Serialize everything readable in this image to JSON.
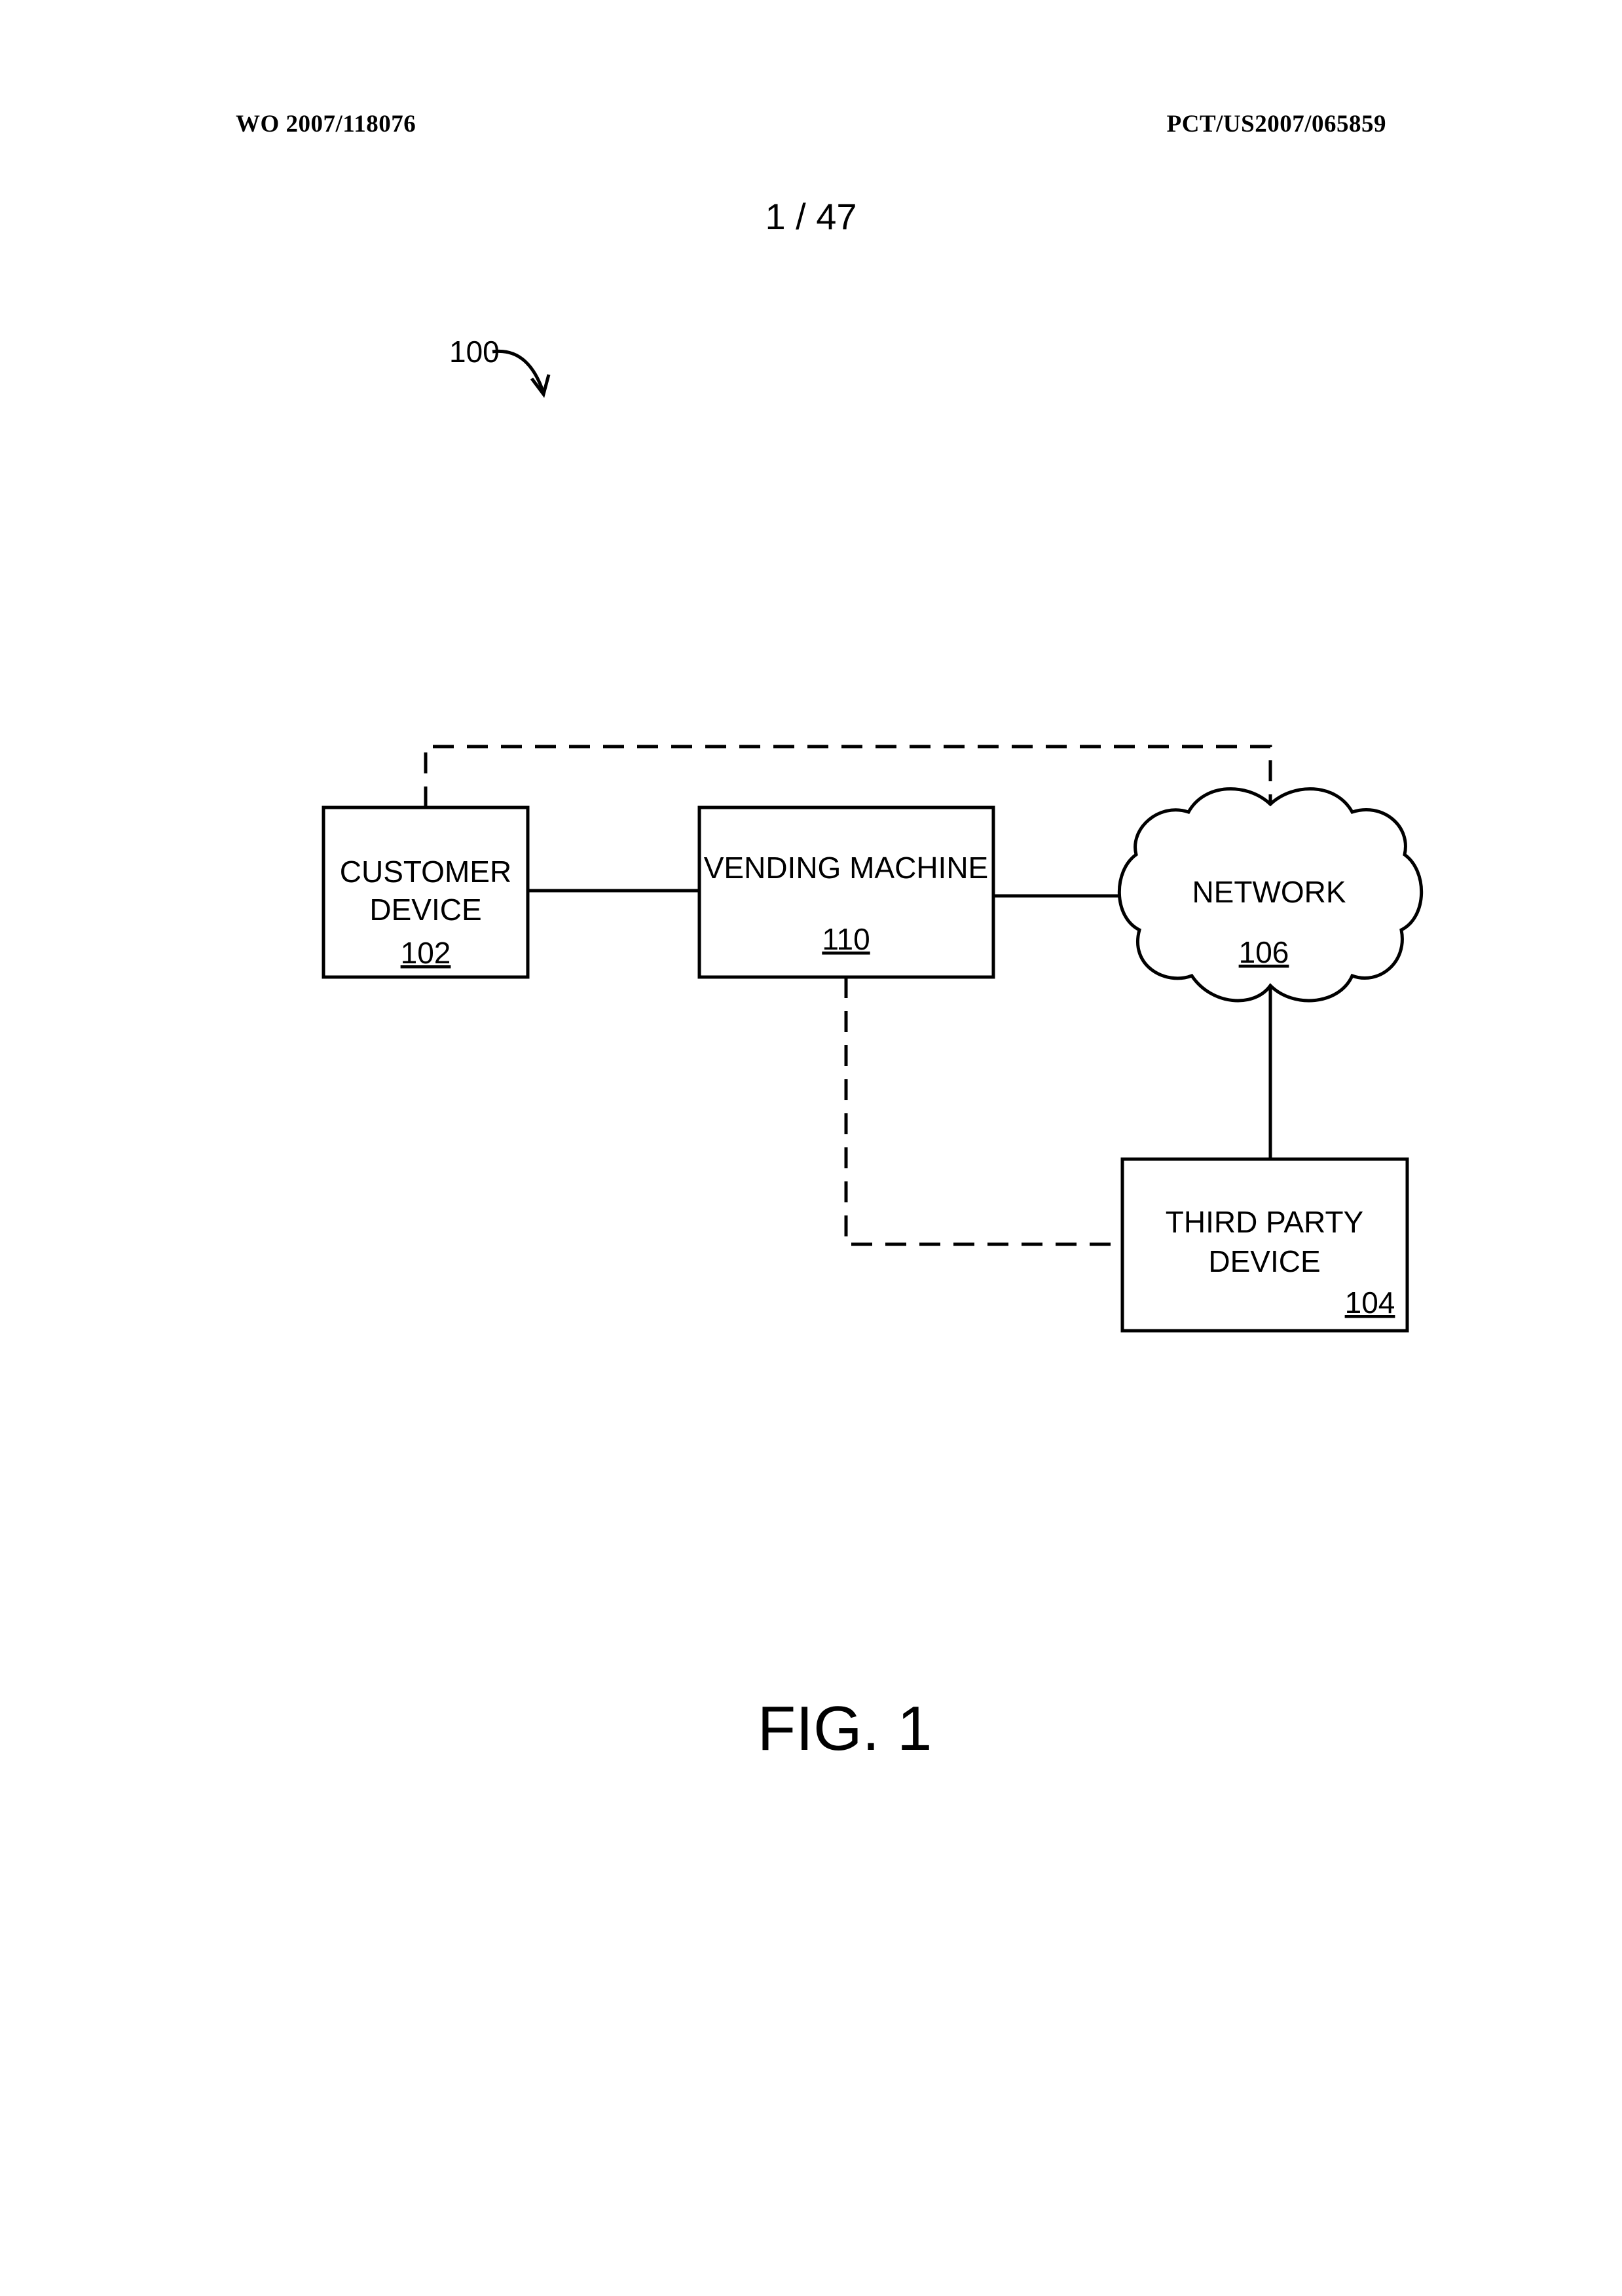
{
  "header": {
    "publication_number": "WO 2007/118076",
    "application_number": "PCT/US2007/065859"
  },
  "sheet_number": "1 / 47",
  "diagram": {
    "reference": "100",
    "nodes": {
      "customer_device": {
        "line1": "CUSTOMER",
        "line2": "DEVICE",
        "ref": "102"
      },
      "vending_machine": {
        "line1": "VENDING MACHINE",
        "ref": "110"
      },
      "network": {
        "line1": "NETWORK",
        "ref": "106"
      },
      "third_party_device": {
        "line1": "THIRD PARTY",
        "line2": "DEVICE",
        "ref": "104"
      }
    },
    "figure_label": "FIG. 1"
  }
}
